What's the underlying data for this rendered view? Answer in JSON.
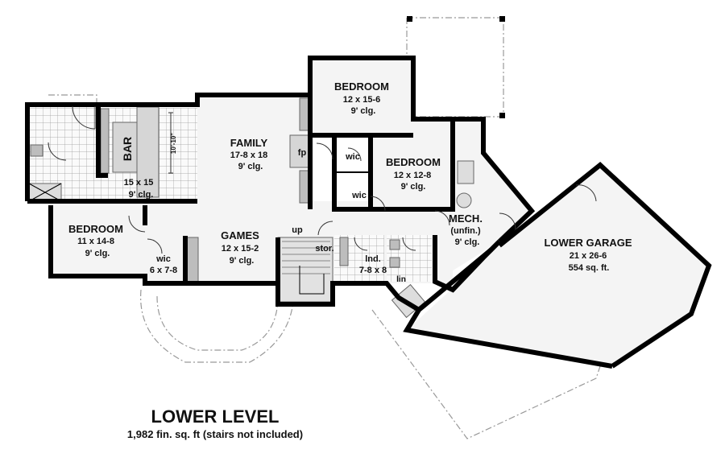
{
  "title": "LOWER LEVEL",
  "subtitle": "1,982 fin. sq. ft (stairs not included)",
  "rooms": {
    "bar": {
      "name": "BAR",
      "size": "15 x 15",
      "ceiling": "9' clg.",
      "dimension_note": "10'-10\""
    },
    "family": {
      "name": "FAMILY",
      "size": "17-8 x 18",
      "ceiling": "9' clg.",
      "fireplace": "fp"
    },
    "bedroom_top": {
      "name": "BEDROOM",
      "size": "12 x  15-6",
      "ceiling": "9' clg."
    },
    "bedroom_mid": {
      "name": "BEDROOM",
      "size": "12 x 12-8",
      "ceiling": "9' clg."
    },
    "wic_a": {
      "name": "wic"
    },
    "wic_b": {
      "name": "wic"
    },
    "bedroom_left": {
      "name": "BEDROOM",
      "size": "11 x 14-8",
      "ceiling": "9' clg."
    },
    "wic_left": {
      "name": "wic",
      "size": "6 x 7-8"
    },
    "games": {
      "name": "GAMES",
      "size": "12 x 15-2",
      "ceiling": "9' clg."
    },
    "stairs": {
      "label": "up"
    },
    "storage": {
      "name": "stor."
    },
    "laundry": {
      "name": "lnd.",
      "size": "7-8 x 8"
    },
    "linen": {
      "name": "lin"
    },
    "mech": {
      "name": "MECH.",
      "note": "(unfin.)",
      "ceiling": "9' clg."
    },
    "garage": {
      "name": "LOWER GARAGE",
      "size": "21 x 26-6",
      "area": "554 sq. ft."
    }
  }
}
